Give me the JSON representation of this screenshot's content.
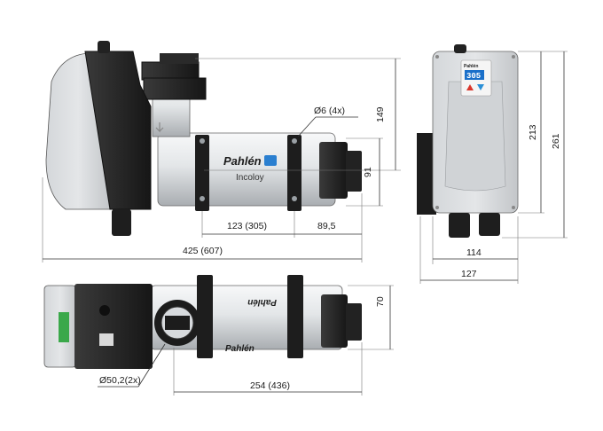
{
  "dimensions": {
    "d_149": "149",
    "d_91": "91",
    "d_bolt": "Ø6 (4x)",
    "d_123": "123 (305)",
    "d_89": "89,5",
    "d_425": "425 (607)",
    "d_213": "213",
    "d_261": "261",
    "d_114": "114",
    "d_127": "127",
    "d_70": "70",
    "d_port": "Ø50,2(2x)",
    "d_254": "254 (436)"
  },
  "labels": {
    "brand": "Pahlén",
    "material": "Incoloy",
    "display_value": "305"
  },
  "colors": {
    "housing_dark": "#2b2b2b",
    "housing_light": "#d9dcde",
    "tube": "#e8eaec",
    "display": "#1a6fc9",
    "arrow_up": "#d9362b",
    "arrow_down": "#2a8fd6"
  }
}
